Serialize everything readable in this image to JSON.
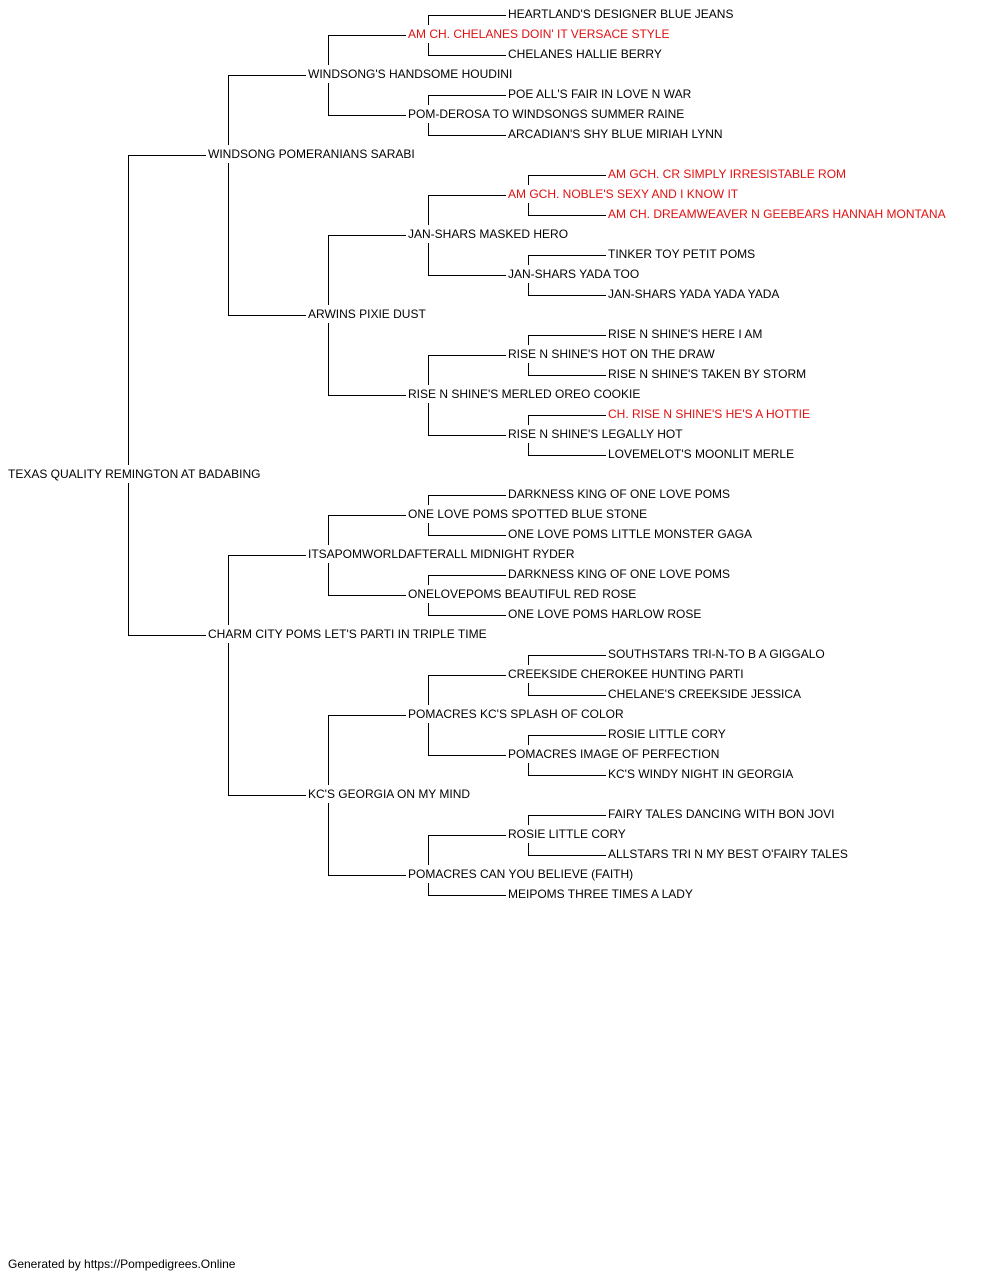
{
  "colors": {
    "line": "#000000",
    "text": "#000000",
    "champion": "#e01010"
  },
  "pedigree": {
    "name": "TEXAS QUALITY REMINGTON AT BADABING",
    "sire": {
      "name": "WINDSONG POMERANIANS SARABI",
      "sire": {
        "name": "WINDSONG'S HANDSOME HOUDINI",
        "sire": {
          "name": "AM CH. CHELANES DOIN' IT VERSACE STYLE",
          "champion": true,
          "sire": {
            "name": "HEARTLAND'S DESIGNER BLUE JEANS"
          },
          "dam": {
            "name": "CHELANES HALLIE BERRY"
          }
        },
        "dam": {
          "name": "POM-DEROSA TO WINDSONGS SUMMER RAINE",
          "sire": {
            "name": "POE ALL'S FAIR IN LOVE N WAR"
          },
          "dam": {
            "name": "ARCADIAN'S SHY BLUE MIRIAH LYNN"
          }
        }
      },
      "dam": {
        "name": "ARWINS PIXIE DUST",
        "sire": {
          "name": "JAN-SHARS MASKED HERO",
          "sire": {
            "name": "AM GCH. NOBLE'S SEXY AND I KNOW IT",
            "champion": true,
            "sire": {
              "name": "AM GCH. CR SIMPLY IRRESISTABLE ROM",
              "champion": true
            },
            "dam": {
              "name": "AM CH. DREAMWEAVER N GEEBEARS HANNAH MONTANA",
              "champion": true
            }
          },
          "dam": {
            "name": "JAN-SHARS YADA TOO",
            "sire": {
              "name": "TINKER TOY PETIT POMS"
            },
            "dam": {
              "name": "JAN-SHARS YADA YADA YADA"
            }
          }
        },
        "dam": {
          "name": "RISE N SHINE'S MERLED OREO COOKIE",
          "sire": {
            "name": "RISE N SHINE'S HOT ON THE DRAW",
            "sire": {
              "name": "RISE N SHINE'S HERE I AM"
            },
            "dam": {
              "name": "RISE N SHINE'S TAKEN BY STORM"
            }
          },
          "dam": {
            "name": "RISE N SHINE'S LEGALLY HOT",
            "sire": {
              "name": "CH. RISE N SHINE'S HE'S A HOTTIE",
              "champion": true
            },
            "dam": {
              "name": "LOVEMELOT'S MOONLIT MERLE"
            }
          }
        }
      }
    },
    "dam": {
      "name": "CHARM CITY POMS LET'S PARTI IN TRIPLE TIME",
      "sire": {
        "name": "ITSAPOMWORLDAFTERALL MIDNIGHT RYDER",
        "sire": {
          "name": "ONE LOVE POMS SPOTTED BLUE STONE",
          "sire": {
            "name": "DARKNESS KING OF ONE LOVE POMS"
          },
          "dam": {
            "name": "ONE LOVE POMS LITTLE MONSTER GAGA"
          }
        },
        "dam": {
          "name": "ONELOVEPOMS BEAUTIFUL RED ROSE",
          "sire": {
            "name": "DARKNESS KING OF ONE LOVE POMS"
          },
          "dam": {
            "name": "ONE LOVE POMS HARLOW ROSE"
          }
        }
      },
      "dam": {
        "name": "KC'S GEORGIA ON MY MIND",
        "sire": {
          "name": "POMACRES KC'S SPLASH OF COLOR",
          "sire": {
            "name": "CREEKSIDE CHEROKEE HUNTING PARTI",
            "sire": {
              "name": "SOUTHSTARS TRI-N-TO B A GIGGALO"
            },
            "dam": {
              "name": "CHELANE'S CREEKSIDE JESSICA"
            }
          },
          "dam": {
            "name": "POMACRES IMAGE OF PERFECTION",
            "sire": {
              "name": "ROSIE LITTLE CORY"
            },
            "dam": {
              "name": "KC'S WINDY NIGHT IN GEORGIA"
            }
          }
        },
        "dam": {
          "name": "POMACRES CAN YOU BELIEVE (FAITH)",
          "sire": {
            "name": "ROSIE LITTLE CORY",
            "sire": {
              "name": "FAIRY TALES DANCING WITH BON JOVI"
            },
            "dam": {
              "name": "ALLSTARS TRI N MY BEST O'FAIRY TALES"
            }
          },
          "dam": {
            "name": "MEIPOMS THREE TIMES A LADY"
          }
        }
      }
    }
  },
  "footer": {
    "text": "Generated by https://Pompedigrees.Online"
  }
}
